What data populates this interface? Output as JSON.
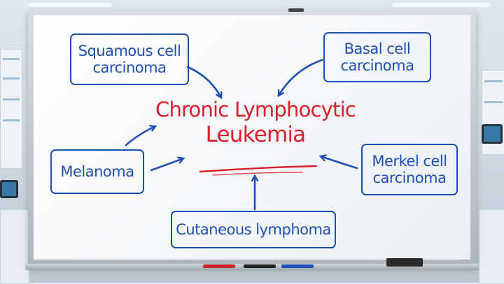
{
  "diagram": {
    "center_label_line1": "Chronic Lymphocytic",
    "center_label_line2": "Leukemia",
    "nodes": {
      "squamous": "Squamous cell carcinoma",
      "basal": "Basal cell carcinoma",
      "melanoma": "Melanoma",
      "merkel": "Merkel cell carcinoma",
      "lymphoma": "Cutaneous lymphoma"
    }
  },
  "colors": {
    "ink_blue": "#1f4fb4",
    "ink_red": "#d9202a"
  }
}
